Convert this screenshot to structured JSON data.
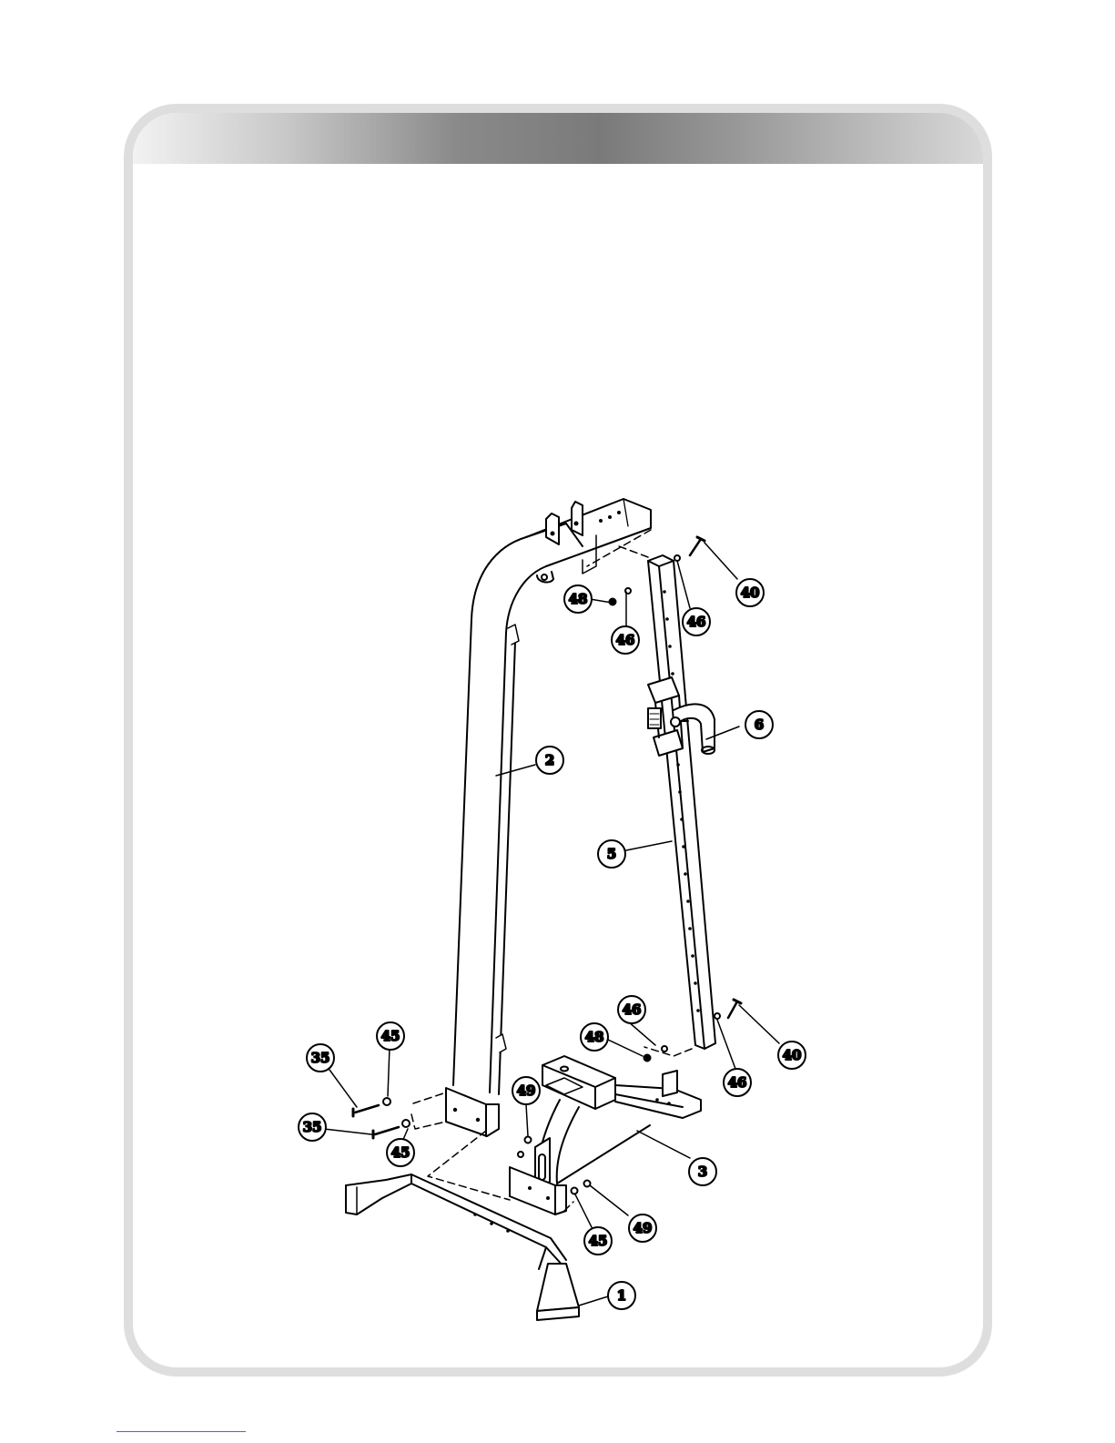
{
  "diagram": {
    "callouts": [
      {
        "id": "c48a",
        "label": "48"
      },
      {
        "id": "c46a",
        "label": "46"
      },
      {
        "id": "c46b",
        "label": "46"
      },
      {
        "id": "c40a",
        "label": "40"
      },
      {
        "id": "c6",
        "label": "6"
      },
      {
        "id": "c2",
        "label": "2"
      },
      {
        "id": "c5",
        "label": "5"
      },
      {
        "id": "c46c",
        "label": "46"
      },
      {
        "id": "c48b",
        "label": "48"
      },
      {
        "id": "c40b",
        "label": "40"
      },
      {
        "id": "c46d",
        "label": "46"
      },
      {
        "id": "c45a",
        "label": "45"
      },
      {
        "id": "c35a",
        "label": "35"
      },
      {
        "id": "c49a",
        "label": "49"
      },
      {
        "id": "c35b",
        "label": "35"
      },
      {
        "id": "c45b",
        "label": "45"
      },
      {
        "id": "c3",
        "label": "3"
      },
      {
        "id": "c49b",
        "label": "49"
      },
      {
        "id": "c45c",
        "label": "45"
      },
      {
        "id": "c1",
        "label": "1"
      }
    ]
  }
}
